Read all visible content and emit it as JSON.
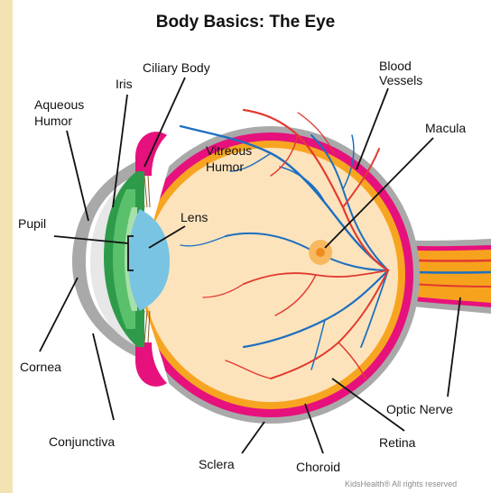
{
  "title": "Body Basics: The Eye",
  "labels": {
    "ciliary_body": "Ciliary Body",
    "iris": "Iris",
    "blood_vessels_1": "Blood",
    "blood_vessels_2": "Vessels",
    "aqueous_humor_1": "Aqueous",
    "aqueous_humor_2": "Humor",
    "macula": "Macula",
    "vitreous_humor_1": "Vitreous",
    "vitreous_humor_2": "Humor",
    "pupil": "Pupil",
    "lens": "Lens",
    "cornea": "Cornea",
    "optic_nerve": "Optic Nerve",
    "conjunctiva": "Conjunctiva",
    "retina": "Retina",
    "sclera": "Sclera",
    "choroid": "Choroid"
  },
  "credit": "KidsHealth® All rights reserved",
  "colors": {
    "background": "#f3e3b3",
    "sclera": "#a9a9a9",
    "choroid": "#e6117c",
    "retina": "#f7a521",
    "vitreous": "#fde3bc",
    "iris": "#2e9b4a",
    "lens": "#79c4e3",
    "artery": "#e23a2f",
    "vein": "#1d6fc0",
    "optic_nerve": "#f7a21d"
  }
}
